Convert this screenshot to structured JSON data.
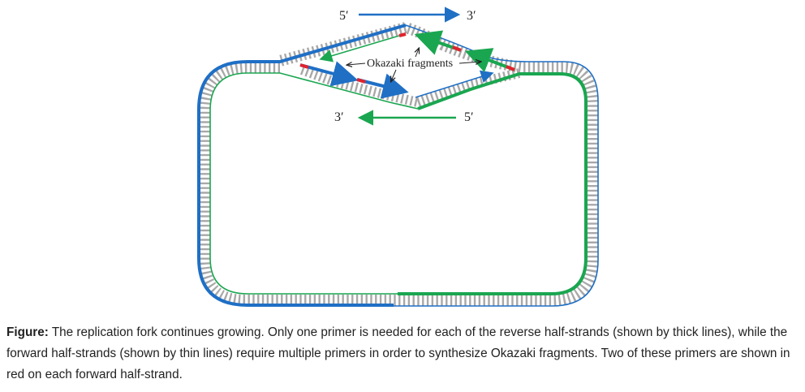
{
  "diagram": {
    "labels": {
      "top_left": "5′",
      "top_right": "3′",
      "bottom_left": "3′",
      "bottom_right": "5′",
      "okazaki": "Okazaki fragments"
    },
    "colors": {
      "blue": "#1f6fc5",
      "green": "#1aa650",
      "primer": "#e0232e",
      "tick": "#a8a8a8"
    }
  },
  "caption": {
    "prefix": "Figure:",
    "text": " The replication fork continues growing. Only one primer is needed for each of the reverse half-strands (shown by thick lines), while the forward half-strands (shown by thin lines) require multiple primers in order to synthesize Okazaki fragments. Two of these primers are shown in red on each forward half-strand."
  }
}
